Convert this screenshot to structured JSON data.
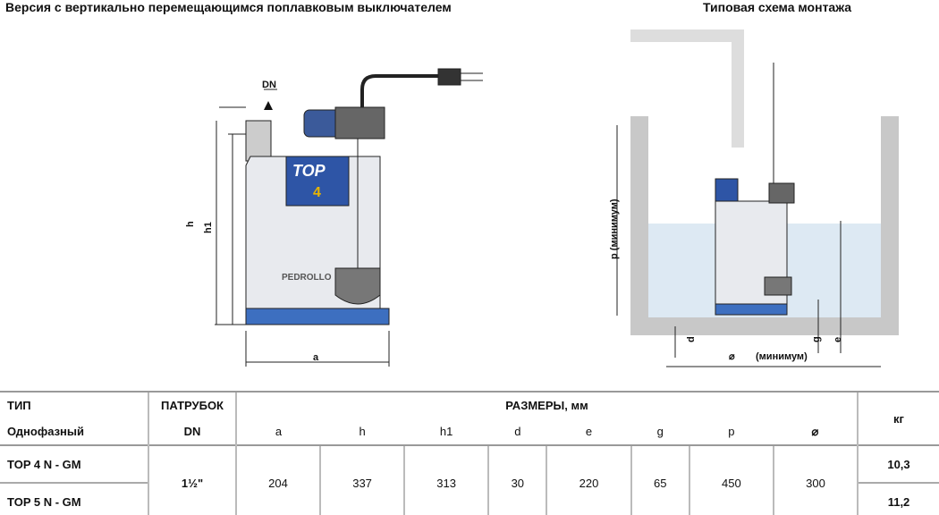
{
  "titles": {
    "left": "Версия с вертикально перемещающимся поплавковым выключателем",
    "right": "Типовая схема монтажа"
  },
  "left_diagram": {
    "labels": {
      "dn": "DN",
      "h": "h",
      "h1": "h1",
      "a": "a"
    },
    "brand": "TOP",
    "model": "4",
    "logo": "PEDROLLO"
  },
  "right_diagram": {
    "labels": {
      "p": "p (минимум)",
      "d": "d",
      "g": "g",
      "e": "e",
      "diam": "⌀",
      "diam_note": "(минимум)"
    }
  },
  "table": {
    "header": {
      "type": "ТИП",
      "type_sub": "Однофазный",
      "port": "ПАТРУБОК",
      "port_sub": "DN",
      "dims": "РАЗМЕРЫ, мм",
      "weight": "кг"
    },
    "dim_columns": [
      "a",
      "h",
      "h1",
      "d",
      "e",
      "g",
      "p",
      "⌀"
    ],
    "dn_value": "1½\"",
    "dim_values": [
      "204",
      "337",
      "313",
      "30",
      "220",
      "65",
      "450",
      "300"
    ],
    "rows": [
      {
        "model": "TOP 4 N - GM",
        "weight": "10,3"
      },
      {
        "model": "TOP 5 N - GM",
        "weight": "11,2"
      }
    ]
  }
}
